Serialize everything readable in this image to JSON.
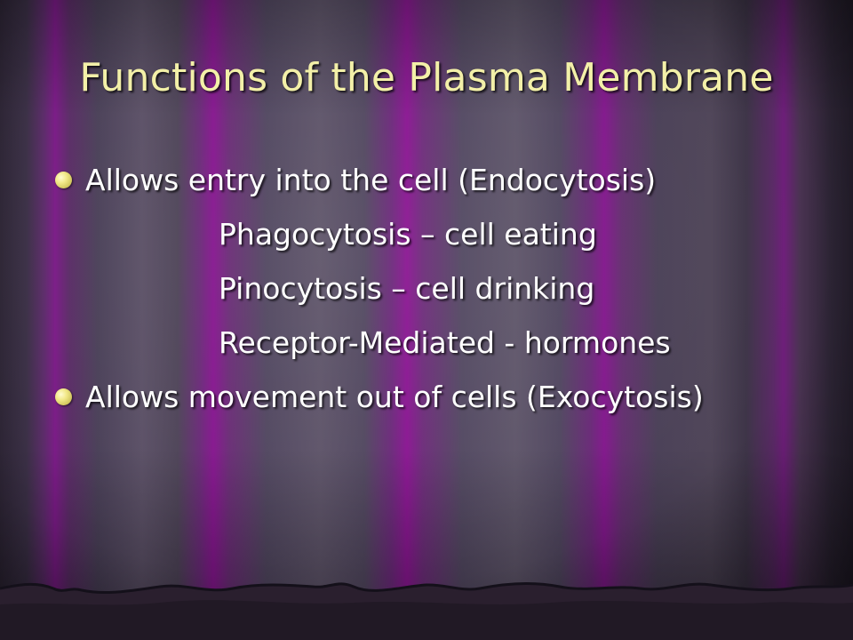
{
  "slide": {
    "title": "Functions of the Plasma Membrane",
    "lines": [
      {
        "kind": "bullet",
        "text": "Allows entry into the cell  (Endocytosis)"
      },
      {
        "kind": "sub",
        "text": "Phagocytosis – cell eating"
      },
      {
        "kind": "sub",
        "text": "Pinocytosis – cell drinking"
      },
      {
        "kind": "sub",
        "text": "Receptor-Mediated - hormones"
      },
      {
        "kind": "bullet",
        "text": "Allows movement out of cells (Exocytosis)"
      }
    ]
  },
  "colors": {
    "title": "#f3f0a8",
    "body_text": "#ffffff",
    "bullet": "#f2e98a",
    "curtain_purple": "#86168f",
    "curtain_gray": "#5e5469"
  }
}
